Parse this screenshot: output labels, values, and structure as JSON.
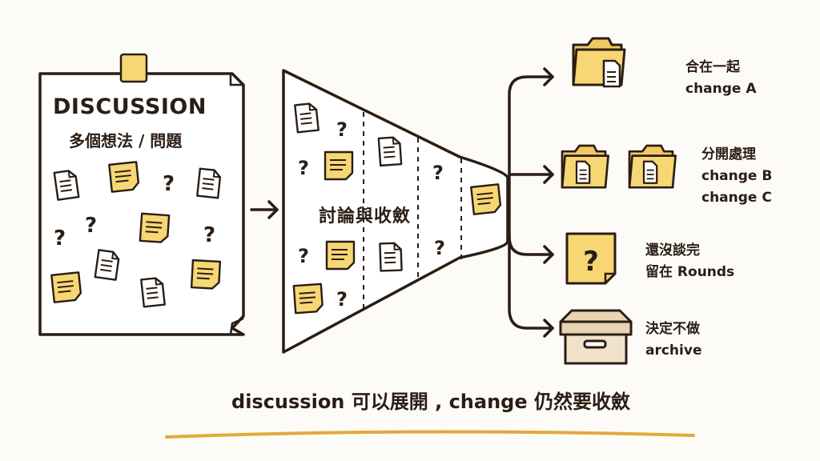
{
  "discussion": {
    "title": "DISCUSSION",
    "subtitle": "多個想法 / 問題"
  },
  "funnel": {
    "label": "討論與收斂"
  },
  "outcomes": [
    {
      "line1": "合在一起",
      "line2": "change A",
      "icon": "folder-icon"
    },
    {
      "line1": "分開處理",
      "line2": "change B",
      "line3": "change C",
      "icon": "two-folders-icon"
    },
    {
      "line1": "還沒談完",
      "line2": "留在 Rounds",
      "icon": "question-note-icon"
    },
    {
      "line1": "決定不做",
      "line2": "archive",
      "icon": "archive-box-icon"
    }
  ],
  "tagline": "discussion 可以展開 , change 仍然要收斂",
  "colors": {
    "ink": "#2a1d14",
    "note_yellow": "#f7d774",
    "paper": "#ffffff",
    "box": "#f1e2cc",
    "underline": "#e2a93b"
  }
}
